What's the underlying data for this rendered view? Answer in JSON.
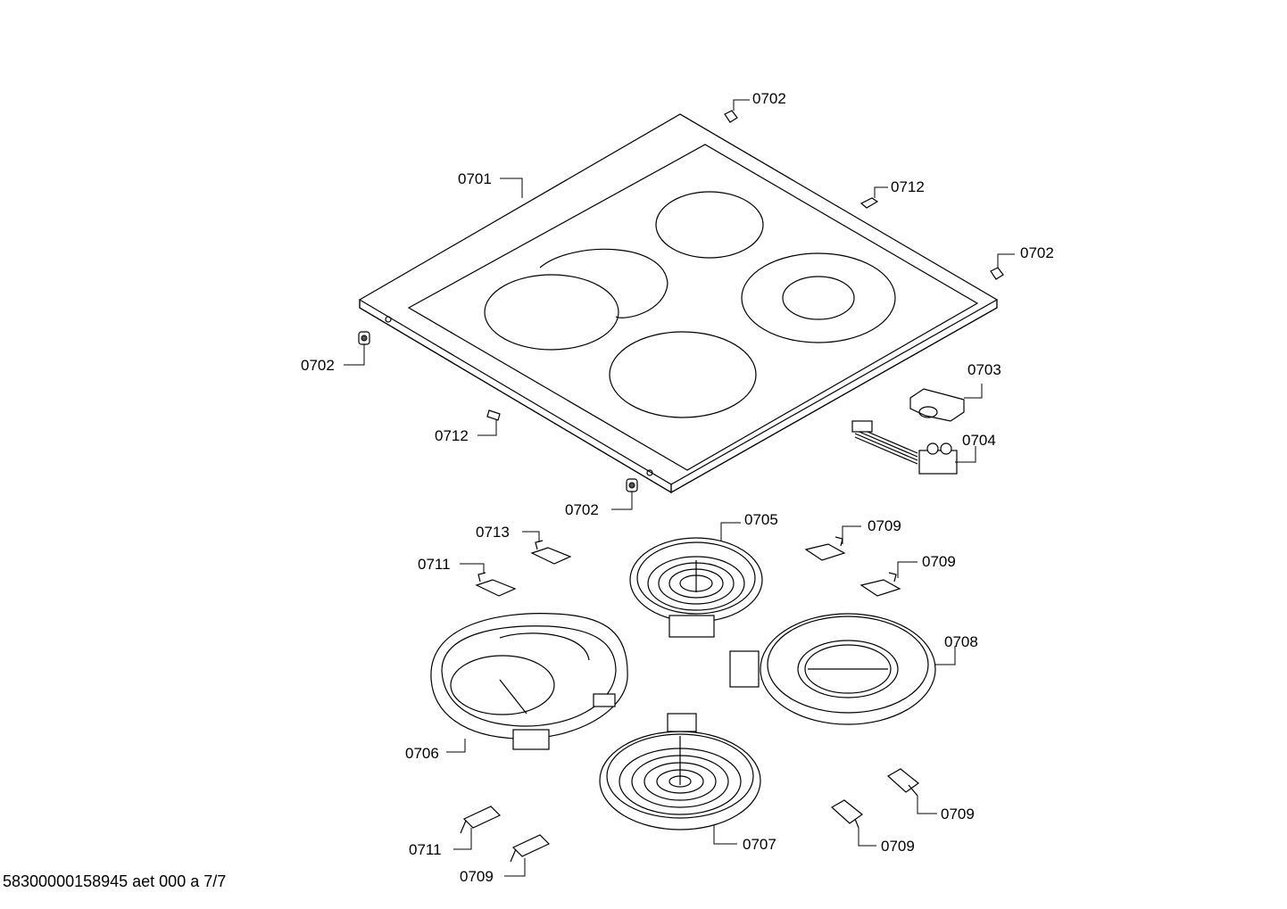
{
  "labels": {
    "hob_glass": "0701",
    "buffer_top": "0702",
    "seal_right_top": "0712",
    "buffer_right": "0702",
    "buffer_left": "0702",
    "seal_left": "0712",
    "buffer_bottom": "0702",
    "cable_housing": "0703",
    "terminal_block": "0704",
    "heater_small": "0705",
    "clip_0709_a": "0709",
    "clip_0709_b": "0709",
    "clip_0713": "0713",
    "clip_0711_a": "0711",
    "heater_dual_ring": "0708",
    "heater_oval": "0706",
    "heater_large": "0707",
    "clip_0709_c": "0709",
    "clip_0709_d": "0709",
    "clip_0711_b": "0711",
    "clip_0709_e": "0709"
  },
  "footer": "58300000158945 aet 000 a 7/7"
}
